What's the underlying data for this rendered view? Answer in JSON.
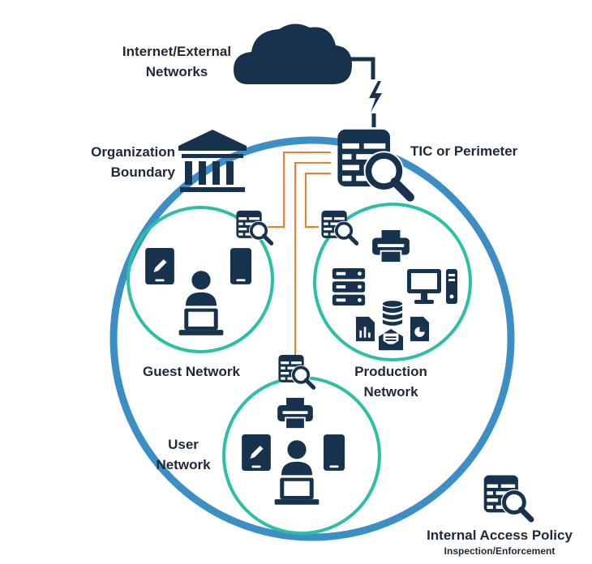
{
  "labels": {
    "internet": [
      "Internet/External",
      "Networks"
    ],
    "org_boundary": [
      "Organization",
      "Boundary"
    ],
    "tic": "TIC or Perimeter",
    "guest": "Guest Network",
    "production": [
      "Production",
      "Network"
    ],
    "user": [
      "User",
      "Network"
    ],
    "policy_title": "Internal Access Policy",
    "policy_subtitle": "Inspection/Enforcement"
  },
  "colors": {
    "boundary_ring": "#3b8fc4",
    "subnet_ring": "#2bbfa4",
    "icon": "#17324d",
    "connector": "#ee7d2f",
    "text": "#1e2a36"
  },
  "icons": [
    "cloud-icon",
    "lightning-icon",
    "bank-icon",
    "firewall-search-icon",
    "tablet-icon",
    "phone-icon",
    "user-laptop-icon",
    "printer-icon",
    "server-icon",
    "desktop-icon",
    "database-icon",
    "document-chart-icon",
    "mail-icon"
  ]
}
